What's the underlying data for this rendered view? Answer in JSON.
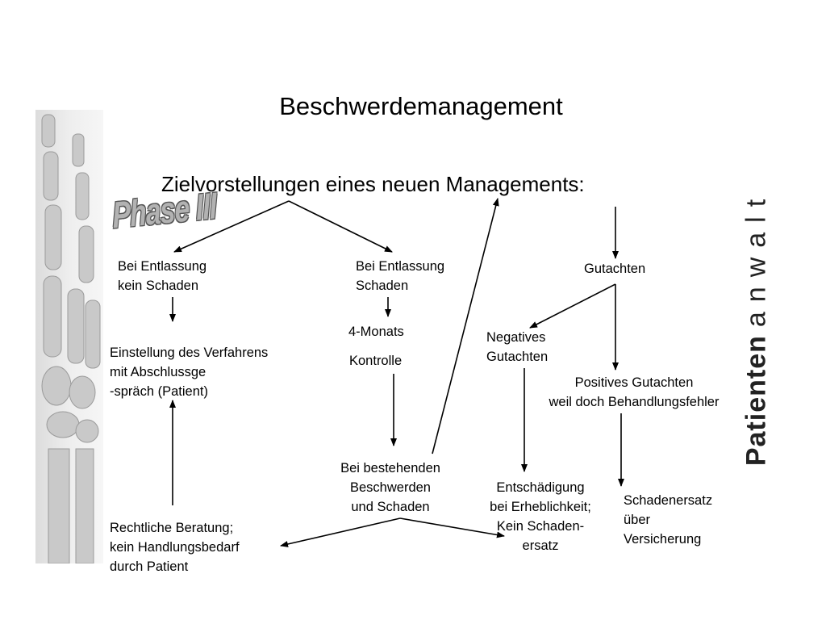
{
  "slide": {
    "title": "Beschwerdemanagement",
    "subtitle": "Zielvorstellungen eines neuen Managements:",
    "phase_stamp": "Phase III",
    "brand": {
      "bold": "Patienten",
      "light": "anwalt"
    }
  },
  "nodes": {
    "left_top": "Bei Entlassung\nkein Schaden",
    "left_mid": "Einstellung des Verfahrens\nmit Abschlussge\n-spräch (Patient)",
    "left_bottom": "Rechtliche Beratung;\nkein Handlungsbedarf\ndurch Patient",
    "mid_top": "Bei Entlassung\nSchaden",
    "mid_4monats": "4-Monats",
    "mid_kontrolle": "Kontrolle",
    "mid_bottom": "Bei bestehenden\nBeschwerden\nund Schaden",
    "right_top": "Gutachten",
    "negative": "Negatives\nGutachten",
    "positive": "Positives Gutachten\nweil doch Behandlungsfehler",
    "compensation": "Entschädigung\nbei Erheblichkeit;\nKein Schaden-\nersatz",
    "insurance": "Schadenersatz\nüber\nVersicherung"
  },
  "colors": {
    "background": "#ffffff",
    "text": "#000000",
    "stamp": "#b2b2b2"
  }
}
